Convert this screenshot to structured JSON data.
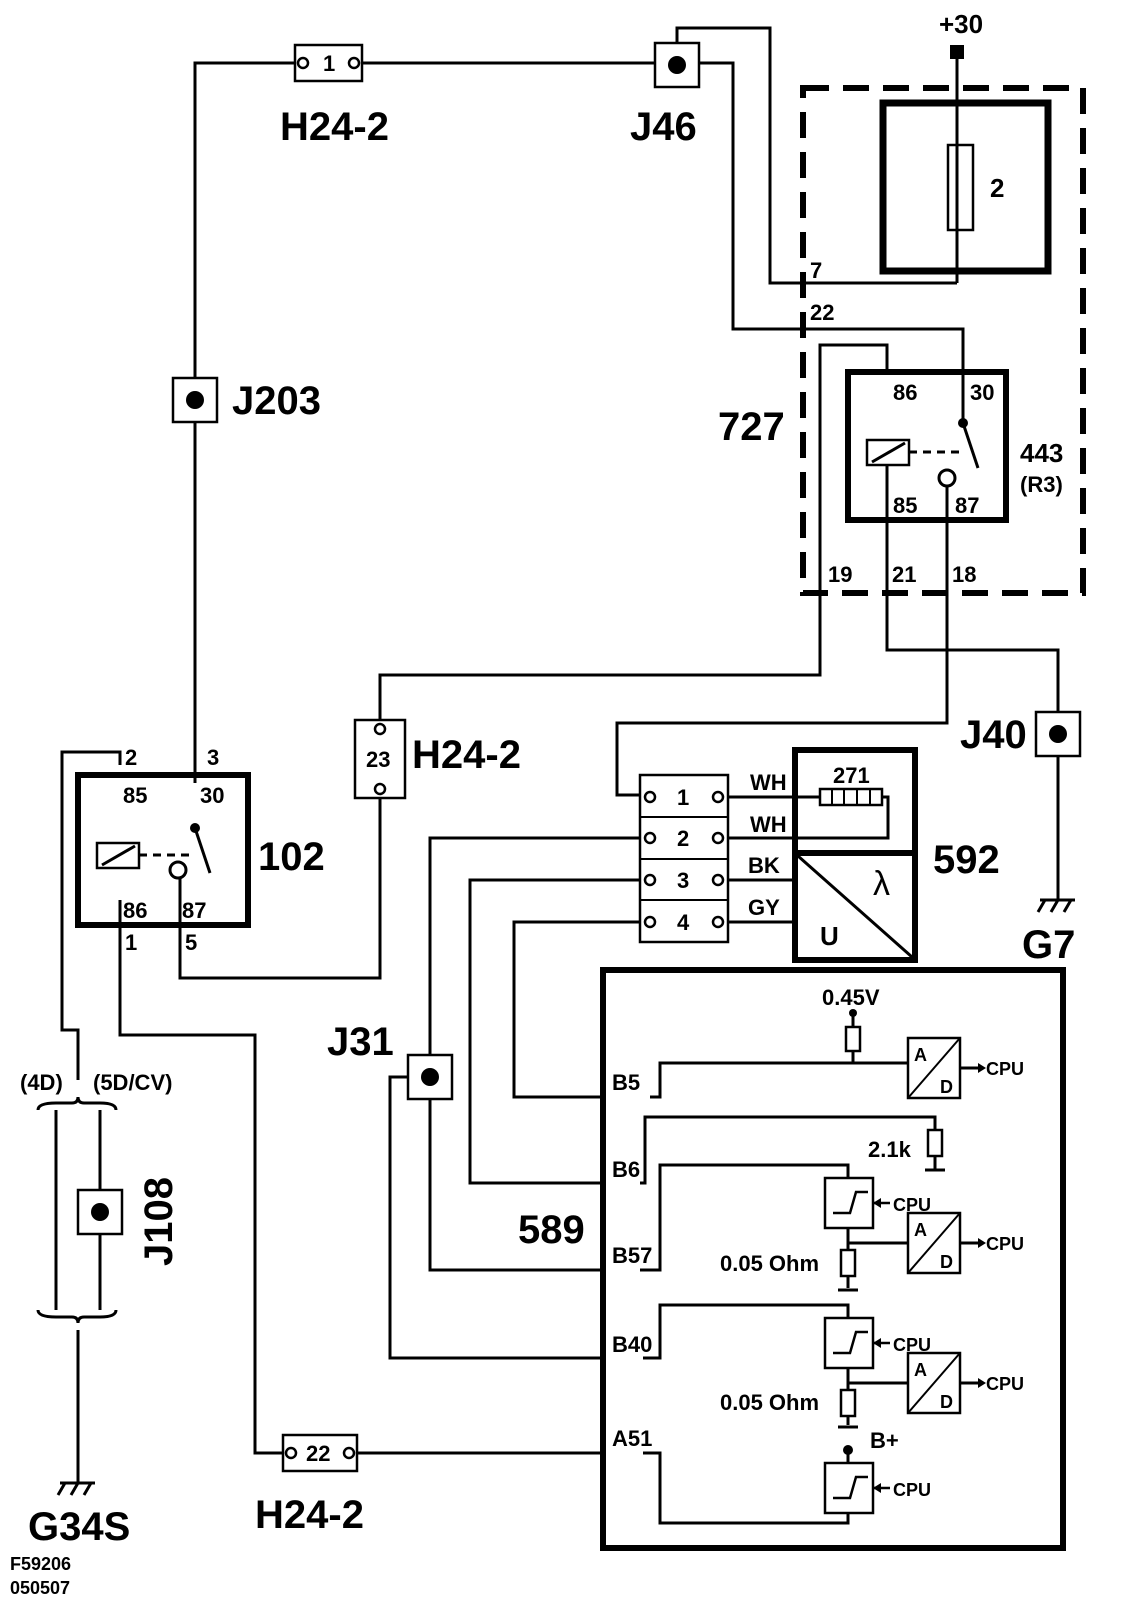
{
  "labels": {
    "plus30": "+30",
    "j46": "J46",
    "h24_2_top": "H24-2",
    "j203": "J203",
    "box727": "727",
    "fuse2": "2",
    "pin7": "7",
    "pin22": "22",
    "relay443": "443",
    "relay443_sub": "(R3)",
    "r443_86": "86",
    "r443_30": "30",
    "r443_85": "85",
    "r443_87": "87",
    "pin19": "19",
    "pin21": "21",
    "pin18": "18",
    "j40": "J40",
    "g7": "G7",
    "h24_2_mid": "H24-2",
    "h24_2_mid_pin": "23",
    "h24_2_top_pin": "1",
    "relay102": "102",
    "r102_pin2": "2",
    "r102_pin3": "3",
    "r102_85": "85",
    "r102_30": "30",
    "r102_86": "86",
    "r102_87": "87",
    "r102_pin1": "1",
    "r102_pin5": "5",
    "conn_1": "1",
    "conn_2": "2",
    "conn_3": "3",
    "conn_4": "4",
    "wire_wh1": "WH",
    "wire_wh2": "WH",
    "wire_bk": "BK",
    "wire_gy": "GY",
    "sensor271": "271",
    "sensor592": "592",
    "sensor_u": "U",
    "sensor_lambda": "λ",
    "j31": "J31",
    "ecu589": "589",
    "v045": "0.45V",
    "ad1_a": "A",
    "ad1_d": "D",
    "ad2_a": "A",
    "ad2_d": "D",
    "ad3_a": "A",
    "ad3_d": "D",
    "cpu1": "CPU",
    "cpu2": "CPU",
    "cpu3": "CPU",
    "cpu4": "CPU",
    "cpu5": "CPU",
    "cpu6": "CPU",
    "r21k": "2.1k",
    "ohm1": "0.05 Ohm",
    "ohm2": "0.05 Ohm",
    "bplus": "B+",
    "pin_b5": "B5",
    "pin_b6": "B6",
    "pin_b57": "B57",
    "pin_b40": "B40",
    "pin_a51": "A51",
    "variant_4d": "(4D)",
    "variant_5d": "(5D/CV)",
    "j108": "J108",
    "g34s": "G34S",
    "h24_2_bot": "H24-2",
    "h24_2_bot_pin": "22",
    "ref1": "F59206",
    "ref2": "050507"
  }
}
